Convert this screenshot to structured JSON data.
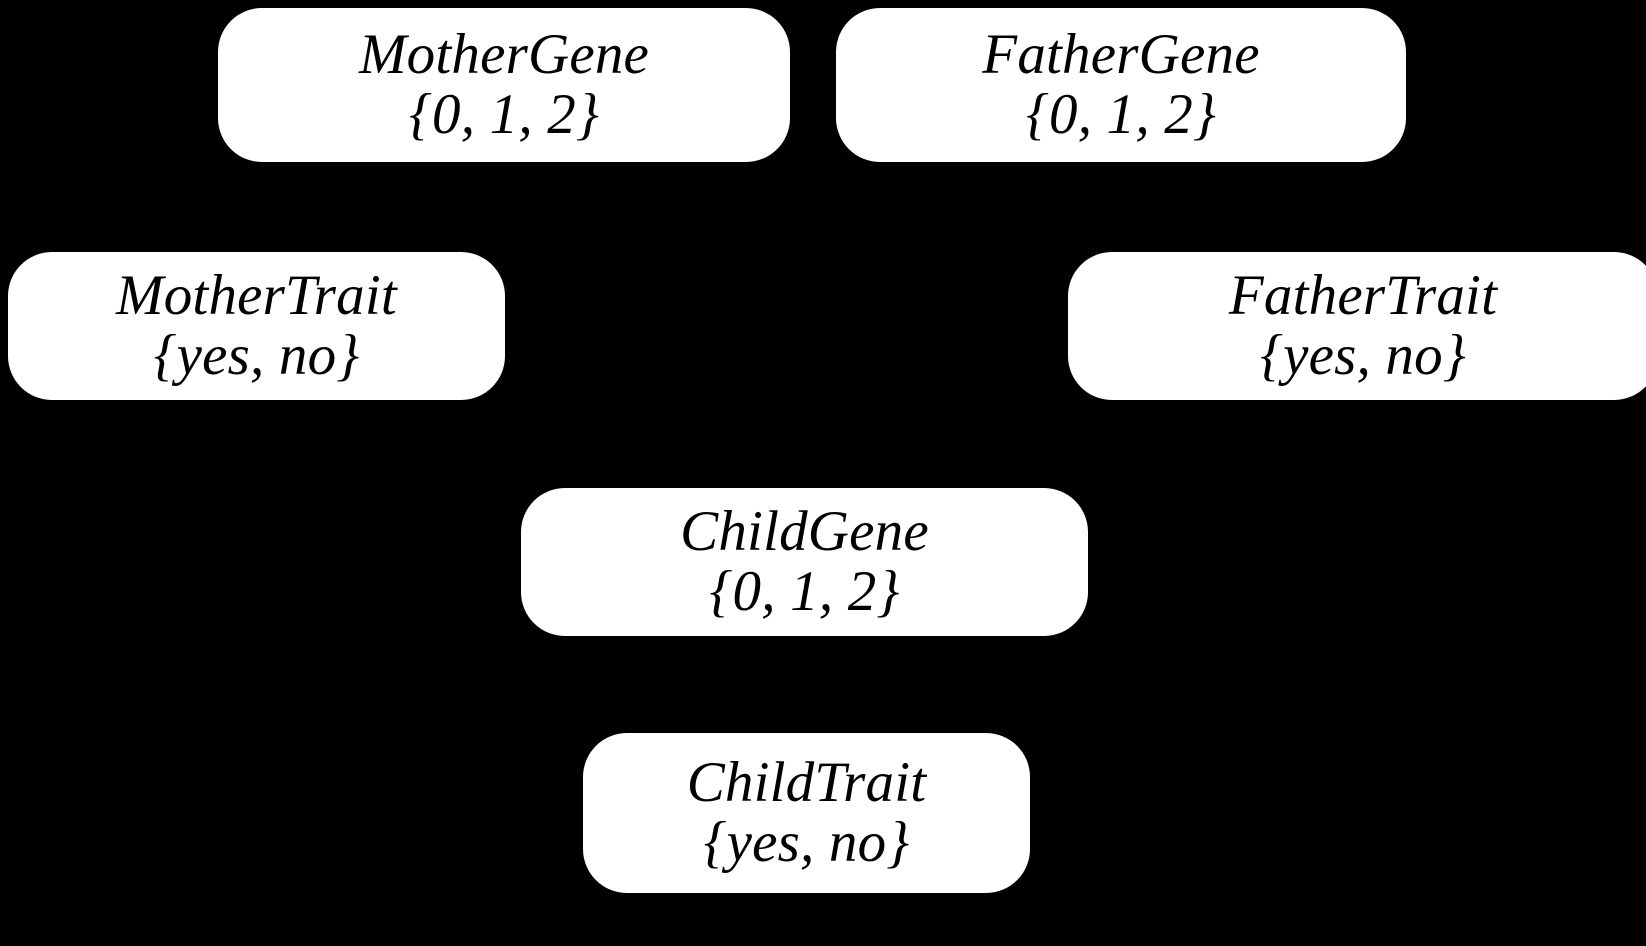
{
  "diagram": {
    "type": "bayesian-network",
    "title": "",
    "background_color": "#000000",
    "node_fill_color": "#ffffff",
    "node_text_color": "#000000",
    "edge_color": "#000000",
    "nodes": [
      {
        "id": "mother-gene",
        "label": "MotherGene",
        "domain": "{0, 1, 2}",
        "values": [
          "0",
          "1",
          "2"
        ]
      },
      {
        "id": "father-gene",
        "label": "FatherGene",
        "domain": "{0, 1, 2}",
        "values": [
          "0",
          "1",
          "2"
        ]
      },
      {
        "id": "mother-trait",
        "label": "MotherTrait",
        "domain": "{yes, no}",
        "values": [
          "yes",
          "no"
        ]
      },
      {
        "id": "father-trait",
        "label": "FatherTrait",
        "domain": "{yes, no}",
        "values": [
          "yes",
          "no"
        ]
      },
      {
        "id": "child-gene",
        "label": "ChildGene",
        "domain": "{0, 1, 2}",
        "values": [
          "0",
          "1",
          "2"
        ]
      },
      {
        "id": "child-trait",
        "label": "ChildTrait",
        "domain": "{yes, no}",
        "values": [
          "yes",
          "no"
        ]
      }
    ],
    "edges": [
      {
        "from": "mother-gene",
        "to": "mother-trait"
      },
      {
        "from": "mother-gene",
        "to": "child-gene"
      },
      {
        "from": "father-gene",
        "to": "father-trait"
      },
      {
        "from": "father-gene",
        "to": "child-gene"
      },
      {
        "from": "child-gene",
        "to": "child-trait"
      }
    ]
  }
}
